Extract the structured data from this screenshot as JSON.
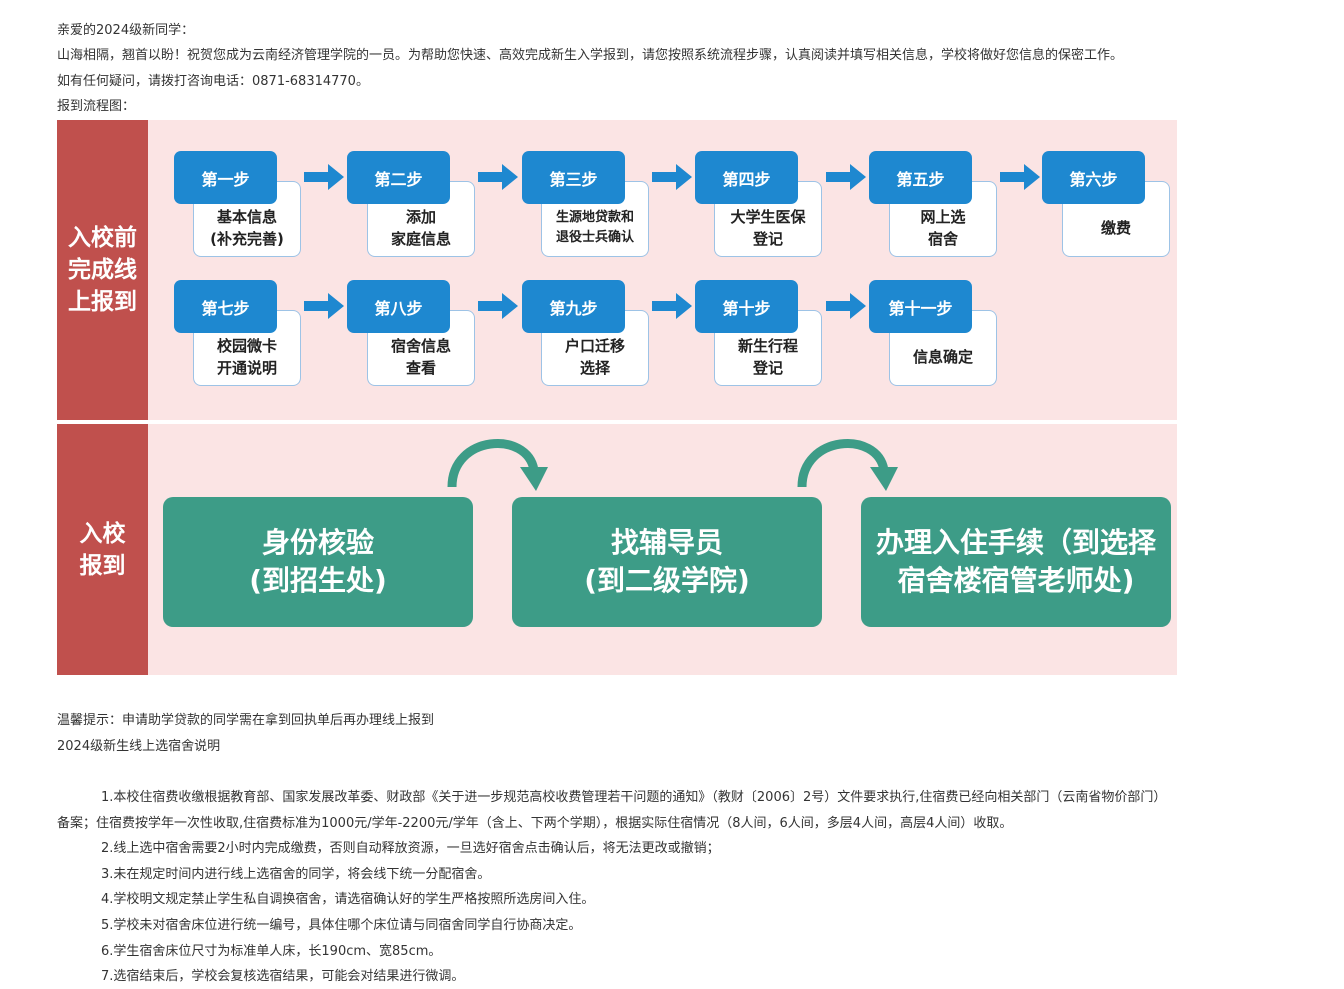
{
  "intro": {
    "greeting": "亲爱的2024级新同学：",
    "welcome": "山海相隔，翘首以盼！祝贺您成为云南经济管理学院的一员。为帮助您快速、高效完成新生入学报到，请您按照系统流程步骤，认真阅读并填写相关信息，学校将做好您信息的保密工作。",
    "contact": "如有任何疑问，请拨打咨询电话：0871-68314770。",
    "flow_label": "报到流程图："
  },
  "flowchart": {
    "online_label": "入校前\n完成线\n上报到",
    "offline_label": "入校\n报到",
    "colors": {
      "sidebar": "#c0504d",
      "background": "#fbe4e4",
      "step_tag": "#1e88d0",
      "arrow": "#1e88d0",
      "offline_box": "#3d9c87"
    },
    "steps": [
      {
        "tag": "第一步",
        "text": "基本信息\n(补充完善)"
      },
      {
        "tag": "第二步",
        "text": "添加\n家庭信息"
      },
      {
        "tag": "第三步",
        "text": "生源地贷款和\n退役士兵确认"
      },
      {
        "tag": "第四步",
        "text": "大学生医保\n登记"
      },
      {
        "tag": "第五步",
        "text": "网上选\n宿舍"
      },
      {
        "tag": "第六步",
        "text": "缴费"
      },
      {
        "tag": "第七步",
        "text": "校园微卡\n开通说明"
      },
      {
        "tag": "第八步",
        "text": "宿舍信息\n查看"
      },
      {
        "tag": "第九步",
        "text": "户口迁移\n选择"
      },
      {
        "tag": "第十步",
        "text": "新生行程\n登记"
      },
      {
        "tag": "第十一步",
        "text": "信息确定"
      }
    ],
    "offline_steps": [
      "身份核验\n(到招生处)",
      "找辅导员\n(到二级学院)",
      "办理入住手续（到选择\n宿舍楼宿管老师处)"
    ]
  },
  "notes": {
    "tip": "温馨提示：申请助学贷款的同学需在拿到回执单后再办理线上报到",
    "heading": "2024级新生线上选宿舍说明",
    "rules": [
      "1.本校住宿费收缴根据教育部、国家发展改革委、财政部《关于进一步规范高校收费管理若干问题的通知》（教财〔2006〕2号）文件要求执行,住宿费已经向相关部门（云南省物价部门）",
      "备案；住宿费按学年一次性收取,住宿费标准为1000元/学年-2200元/学年（含上、下两个学期），根据实际住宿情况（8人间，6人间，多层4人间，高层4人间）收取。",
      "2.线上选中宿舍需要2小时内完成缴费，否则自动释放资源，一旦选好宿舍点击确认后，将无法更改或撤销；",
      "3.未在规定时间内进行线上选宿舍的同学，将会线下统一分配宿舍。",
      "4.学校明文规定禁止学生私自调换宿舍，请选宿确认好的学生严格按照所选房间入住。",
      "5.学校未对宿舍床位进行统一编号，具体住哪个床位请与同宿舍同学自行协商决定。",
      "6.学生宿舍床位尺寸为标准单人床，长190cm、宽85cm。",
      "7.选宿结束后，学校会复核选宿结果，可能会对结果进行微调。"
    ]
  }
}
